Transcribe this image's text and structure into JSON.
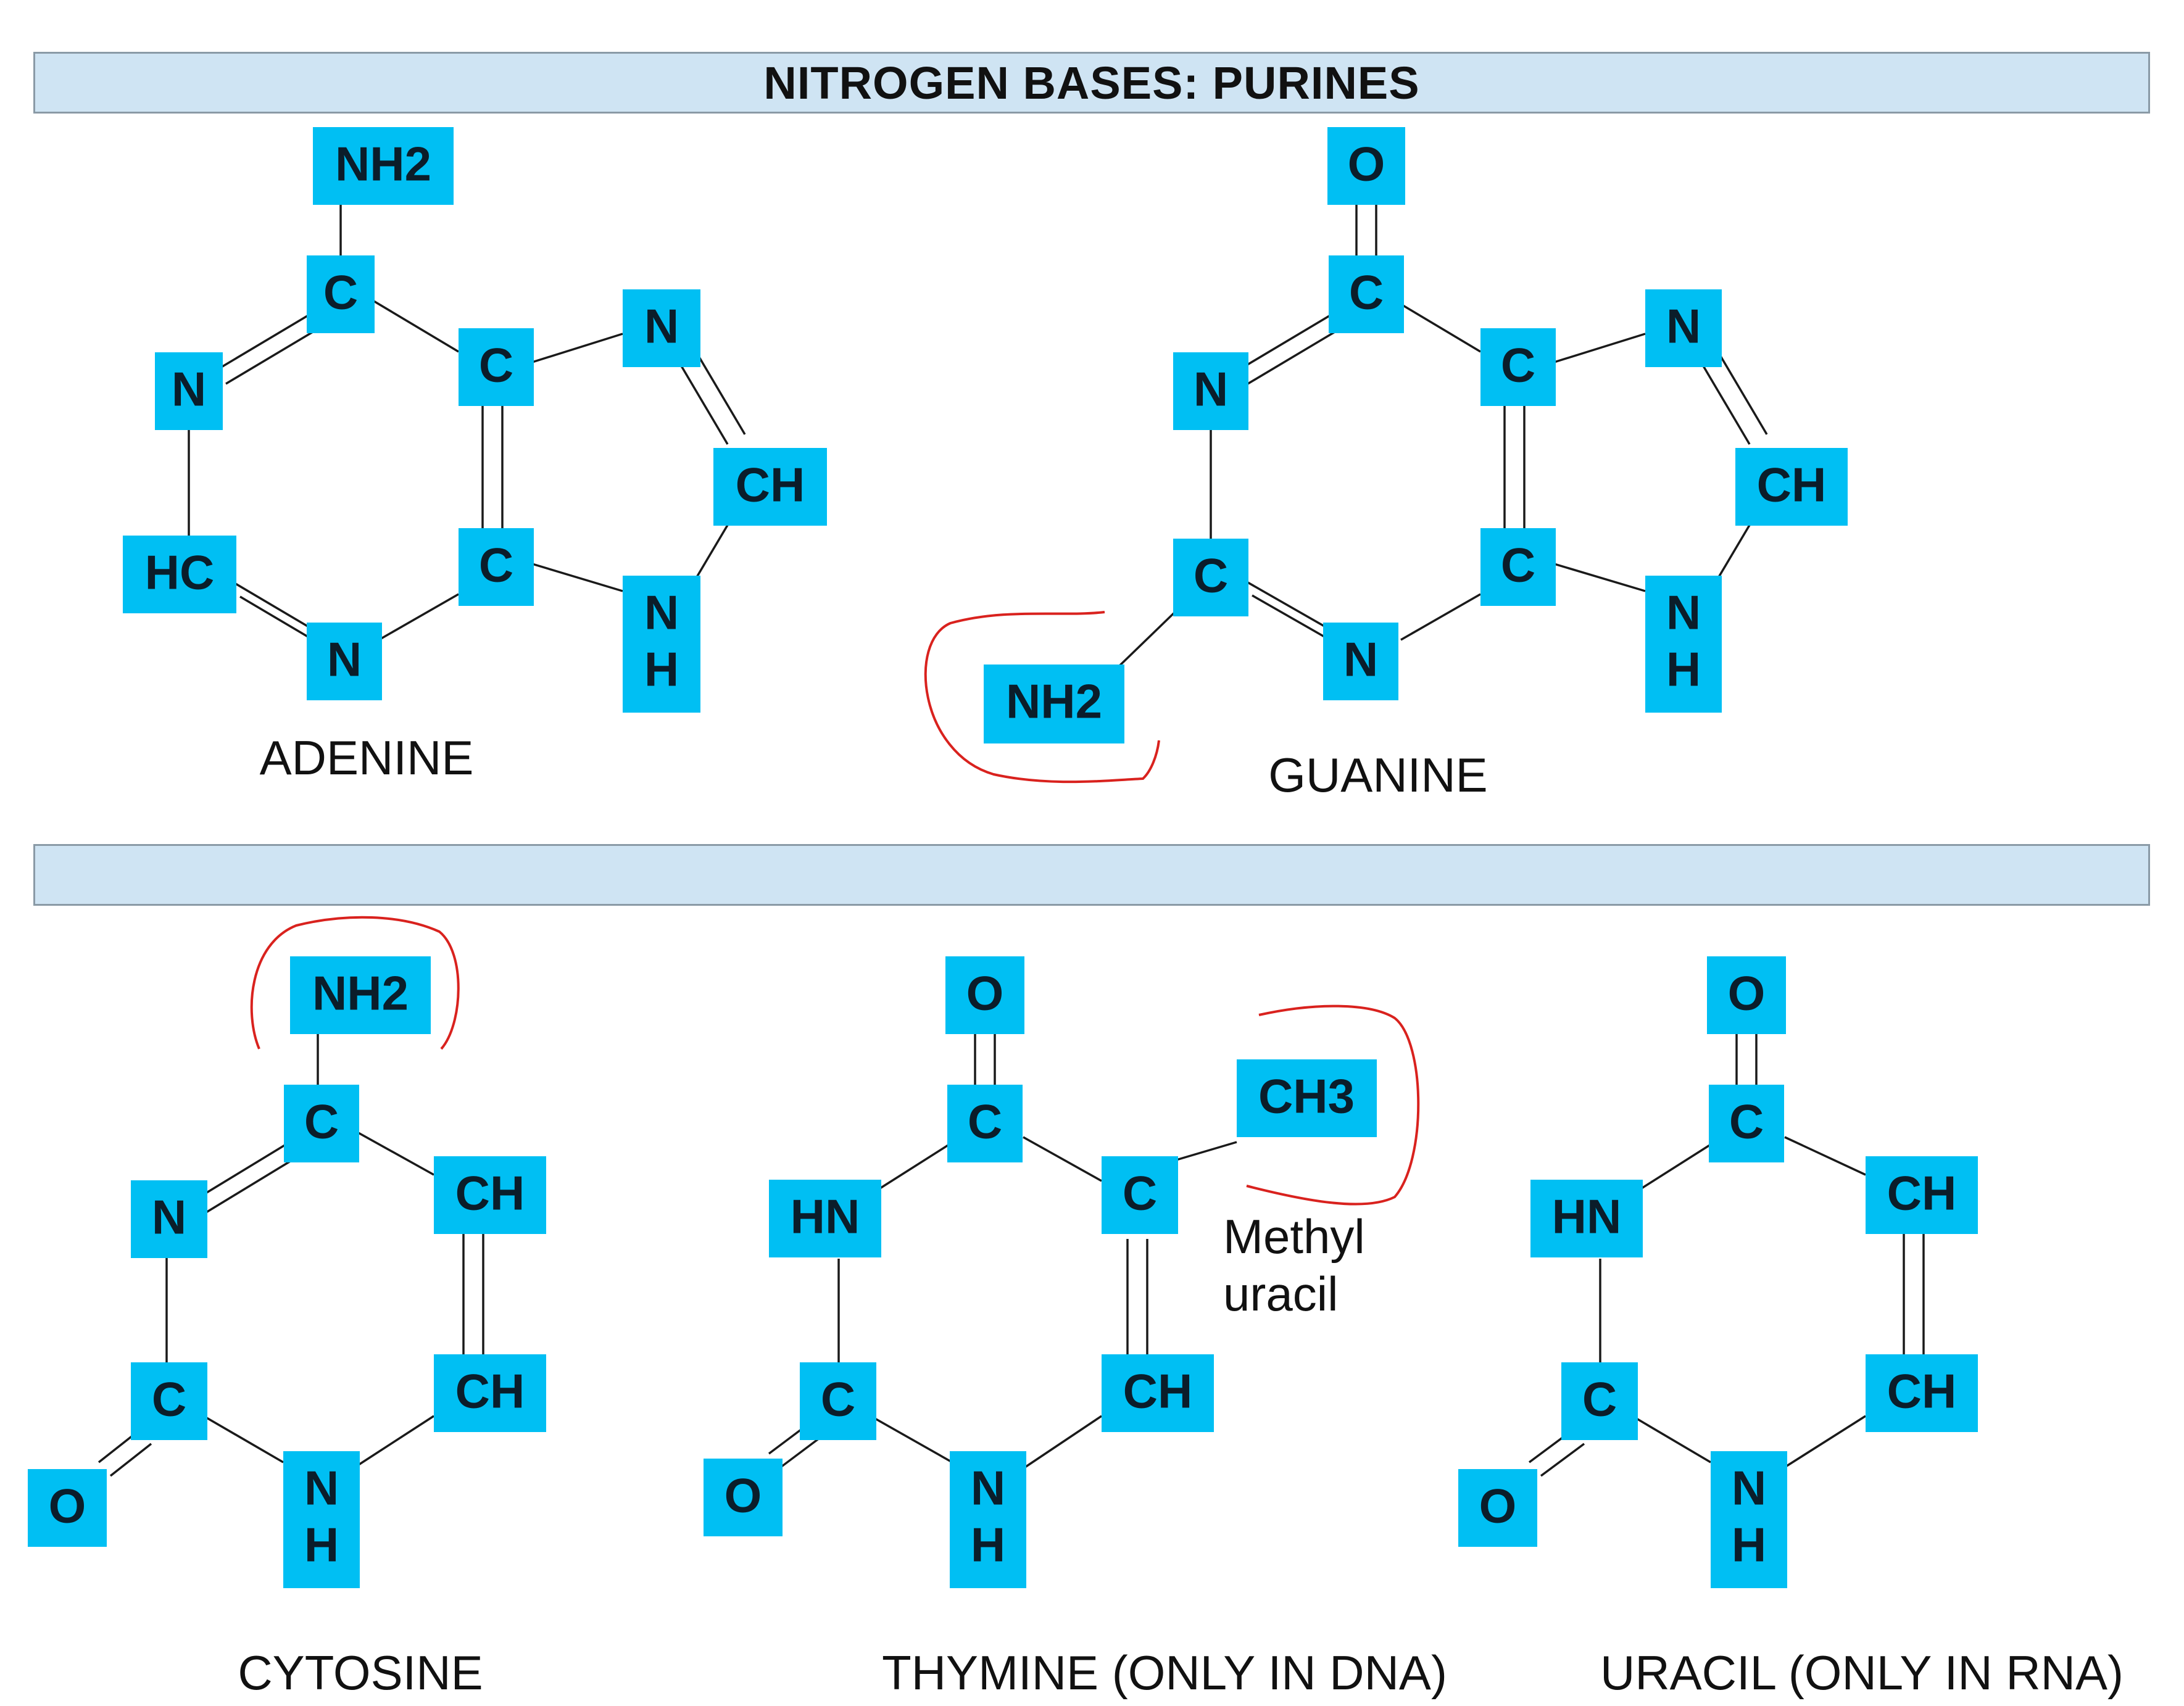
{
  "header_title": "NITROGEN BASES: PURINES",
  "second_band_title": "",
  "molecules": [
    {
      "id": "adenine",
      "caption": "ADENINE",
      "atoms": [
        "NH2",
        "C",
        "N",
        "C",
        "HC",
        "N",
        "C",
        "N",
        "CH",
        "N",
        "H"
      ]
    },
    {
      "id": "guanine",
      "caption": "GUANINE",
      "atoms": [
        "O",
        "C",
        "N",
        "C",
        "C",
        "N",
        "C",
        "N",
        "CH",
        "N",
        "H",
        "NH2"
      ]
    },
    {
      "id": "cytosine",
      "caption": "CYTOSINE",
      "atoms": [
        "NH2",
        "C",
        "N",
        "CH",
        "CH",
        "C",
        "N",
        "H",
        "O"
      ]
    },
    {
      "id": "thymine",
      "caption": "THYMINE (ONLY IN  DNA)",
      "atoms": [
        "O",
        "C",
        "HN",
        "C",
        "CH3",
        "C",
        "CH",
        "N",
        "H",
        "O"
      ],
      "note_lines": [
        "Methyl",
        "uracil"
      ]
    },
    {
      "id": "uracil",
      "caption": "URACIL (ONLY IN RNA)",
      "atoms": [
        "O",
        "C",
        "HN",
        "CH",
        "C",
        "CH",
        "N",
        "H",
        "O"
      ]
    }
  ],
  "colors": {
    "atom_fill": "#00bff3",
    "band_fill": "#cfe4f3",
    "highlight_stroke": "#d9221e"
  }
}
